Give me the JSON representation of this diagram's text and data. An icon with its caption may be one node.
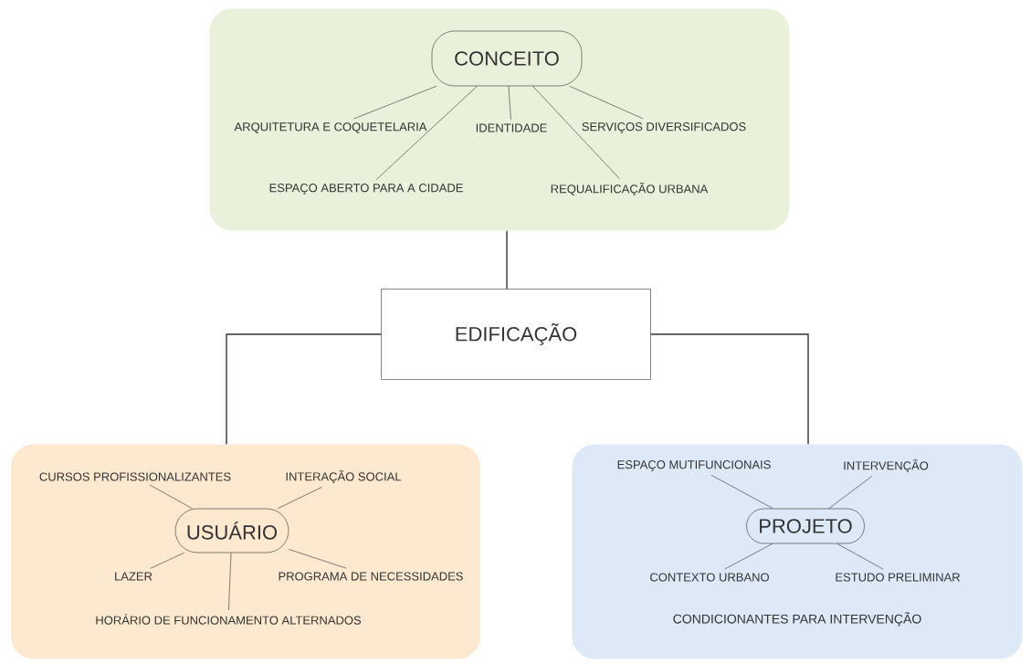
{
  "diagram": {
    "nodes": [
      {
        "text": [],
        "shape": "box"
      },
      {
        "text": [
          "CONCEITO"
        ],
        "in": 0
      },
      {
        "text": [
          "ARQUITETURA E COQUETELARIA"
        ],
        "in": 0
      },
      {
        "text": [
          "IDENTIDADE"
        ],
        "in": 0
      },
      {
        "text": [
          "SERVIÇOS DIVERSIFICADOS"
        ],
        "in": 0
      },
      {
        "text": [
          "ESPAÇO ABERTO PARA A CIDADE"
        ],
        "in": 0
      },
      {
        "text": [
          "REQUALIFICAÇÃO URBANA"
        ],
        "in": 0
      },
      {
        "text": [
          "EDIFICAÇÃO"
        ]
      },
      {
        "text": [],
        "shape": "box"
      },
      {
        "text": [
          "USUÁRIO"
        ],
        "in": 8
      },
      {
        "text": [
          "CURSOS PROFISSIONALIZANTES"
        ],
        "in": 8
      },
      {
        "text": [
          "INTERAÇÃO SOCIAL"
        ],
        "in": 8
      },
      {
        "text": [
          "LAZER"
        ],
        "in": 8
      },
      {
        "text": [
          "PROGRAMA DE NECESSIDADES"
        ],
        "in": 8
      },
      {
        "text": [
          "HORÁRIO DE FUNCIONAMENTO ALTERNADOS"
        ],
        "in": 8
      },
      {
        "text": [
          "CONDICIONANTES PARA INTERVENÇÃO"
        ]
      },
      {
        "text": [
          "PROJETO"
        ],
        "in": 15
      },
      {
        "text": [
          "ESPAÇO MUTIFUNCIONAIS"
        ],
        "in": 15
      },
      {
        "text": [
          "INTERVENÇÃO"
        ],
        "in": 15
      },
      {
        "text": [
          "CONTEXTO URBANO"
        ],
        "in": 15
      },
      {
        "text": [
          "ESTUDO PRELIMINAR"
        ],
        "in": 15
      }
    ],
    "edges": [
      {
        "from": 0,
        "to": 7,
        "arrow": "none"
      },
      {
        "from": 7,
        "to": 8,
        "arrow": "none"
      },
      {
        "from": 7,
        "to": 15,
        "arrow": "none"
      },
      {
        "from": 1,
        "to": 2,
        "arrow": "none"
      },
      {
        "from": 1,
        "to": 3,
        "arrow": "none"
      },
      {
        "from": 1,
        "to": 4,
        "arrow": "none"
      },
      {
        "from": 1,
        "to": 5,
        "arrow": "none"
      },
      {
        "from": 1,
        "to": 6,
        "arrow": "none"
      },
      {
        "from": 9,
        "to": 10,
        "arrow": "none"
      },
      {
        "from": 9,
        "to": 11,
        "arrow": "none"
      },
      {
        "from": 9,
        "to": 12,
        "arrow": "none"
      },
      {
        "from": 9,
        "to": 13,
        "arrow": "none"
      },
      {
        "from": 9,
        "to": 14,
        "arrow": "none"
      },
      {
        "from": 16,
        "to": 17,
        "arrow": "none"
      },
      {
        "from": 16,
        "to": 18,
        "arrow": "none"
      },
      {
        "from": 16,
        "to": 19,
        "arrow": "none"
      },
      {
        "from": 16,
        "to": 20,
        "arrow": "none"
      }
    ]
  }
}
